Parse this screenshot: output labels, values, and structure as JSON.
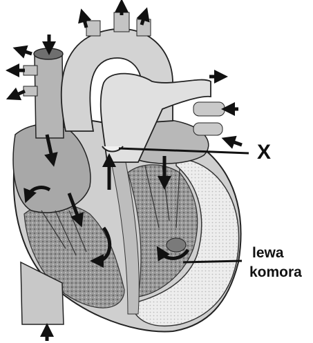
{
  "labels": {
    "x": "X",
    "left_ventricle_line1": "lewa",
    "left_ventricle_line2": "komora"
  },
  "colors": {
    "ink": "#111111",
    "vessel_light": "#d9d9d9",
    "vessel_mid": "#b0b0b0",
    "chamber_dark": "#6e6e6e",
    "muscle": "#8c8c8c",
    "wall_light": "#ececec"
  },
  "icons": [
    "flow-arrow-icon"
  ]
}
